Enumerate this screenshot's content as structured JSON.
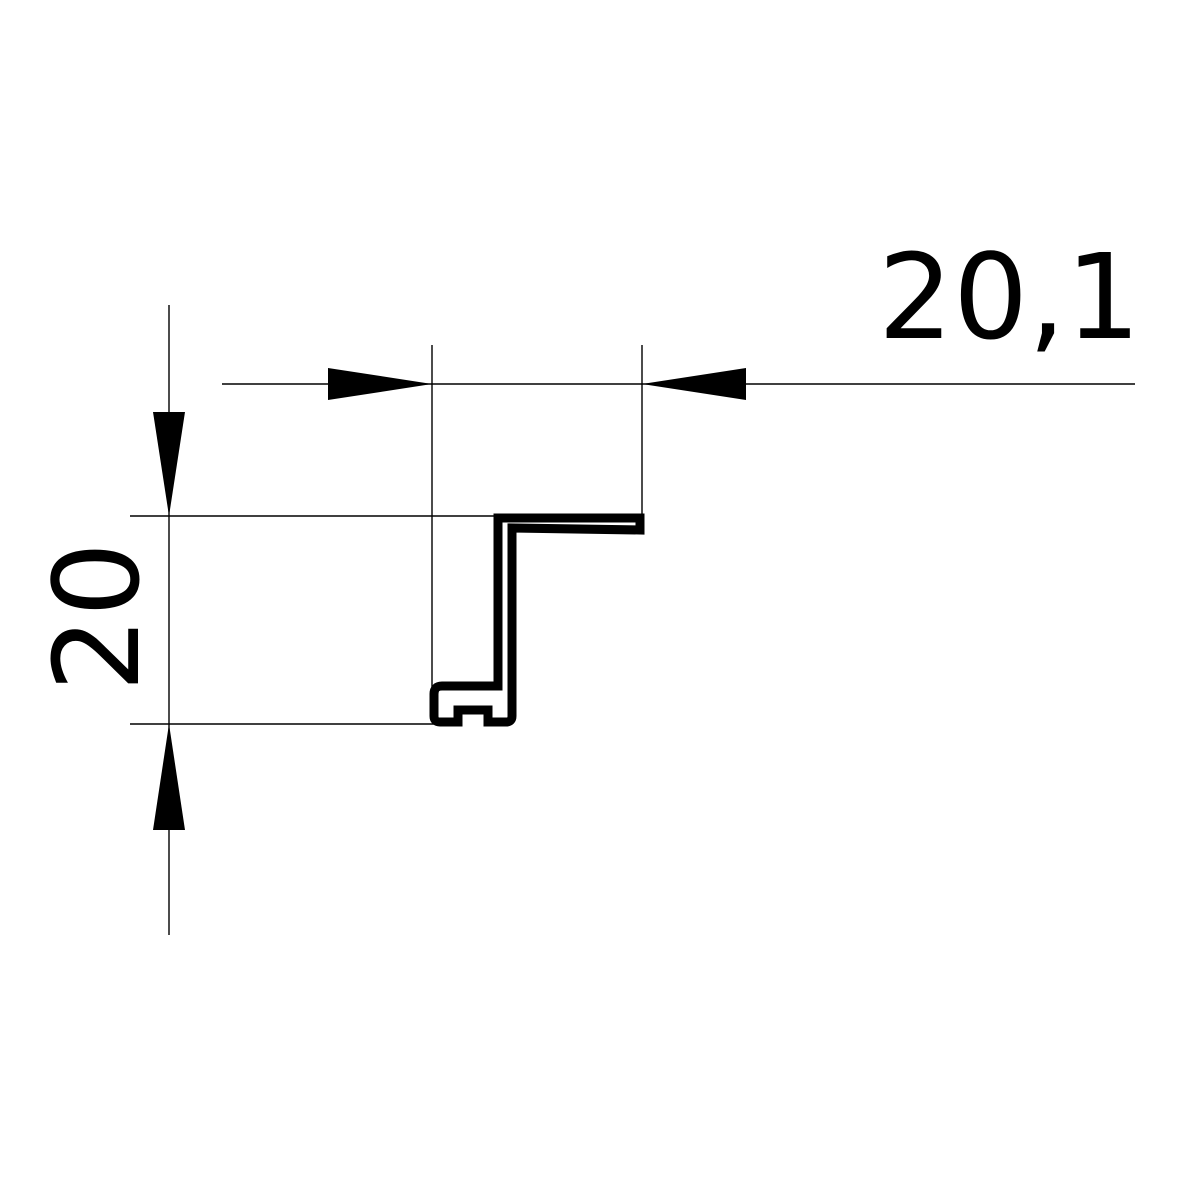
{
  "drawing": {
    "dimensions": [
      {
        "id": "width",
        "label": "20,1"
      },
      {
        "id": "height",
        "label": "20"
      }
    ],
    "colors": {
      "line": "#000000",
      "background": "#ffffff"
    }
  }
}
